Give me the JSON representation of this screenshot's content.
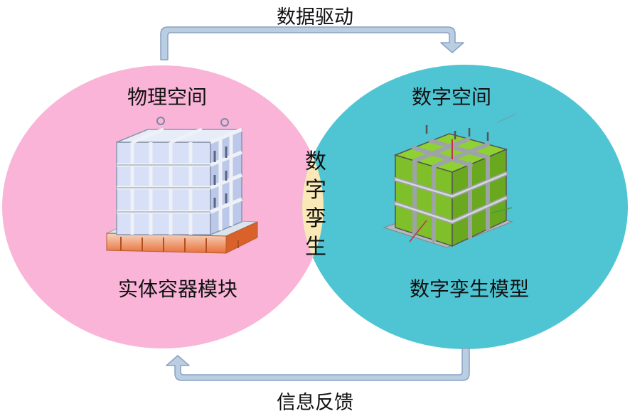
{
  "diagram": {
    "top_arrow_label": "数据驱动",
    "bottom_arrow_label": "信息反馈",
    "left_region": {
      "title": "物理空间",
      "caption": "实体容器模块",
      "color": "#f9b4d8"
    },
    "right_region": {
      "title": "数字空间",
      "caption": "数字孪生模型",
      "color": "#4fc4d3"
    },
    "overlap": {
      "chars": [
        "数",
        "字",
        "孪",
        "生"
      ],
      "color": "#fbe8b7"
    },
    "arrow_color": "#b9cde3",
    "arrow_outline": "#8aa2c0",
    "images": {
      "physical": "physical-container-image",
      "digital": "digital-twin-model-image"
    }
  }
}
